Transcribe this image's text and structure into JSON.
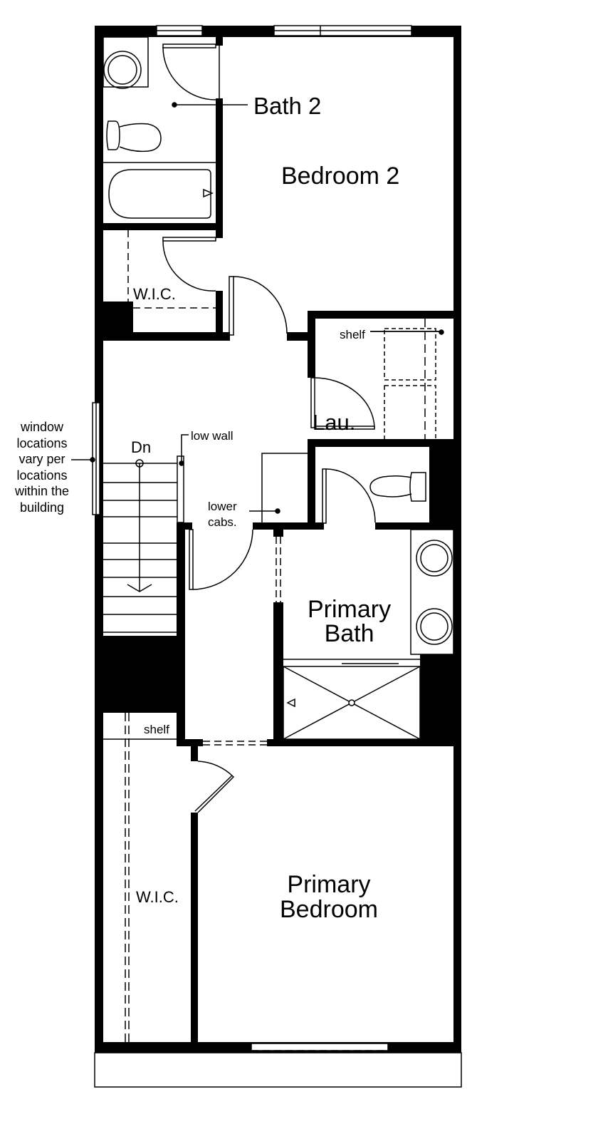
{
  "rooms": {
    "bath2": "Bath 2",
    "bedroom2": "Bedroom 2",
    "wic_upper": "W.I.C.",
    "laundry": "Lau.",
    "primary_bath": "Primary\nBath",
    "wic_lower": "W.I.C.",
    "primary_bedroom": "Primary\nBedroom"
  },
  "annotations": {
    "shelf_laundry": "shelf",
    "low_wall": "low wall",
    "stairs_down": "Dn",
    "lower_cabs": "lower\ncabs.",
    "shelf_wic": "shelf",
    "window_note": "window\nlocations\nvary per\nlocations\nwithin the\nbuilding"
  },
  "colors": {
    "wall": "#000000",
    "background": "#ffffff"
  }
}
